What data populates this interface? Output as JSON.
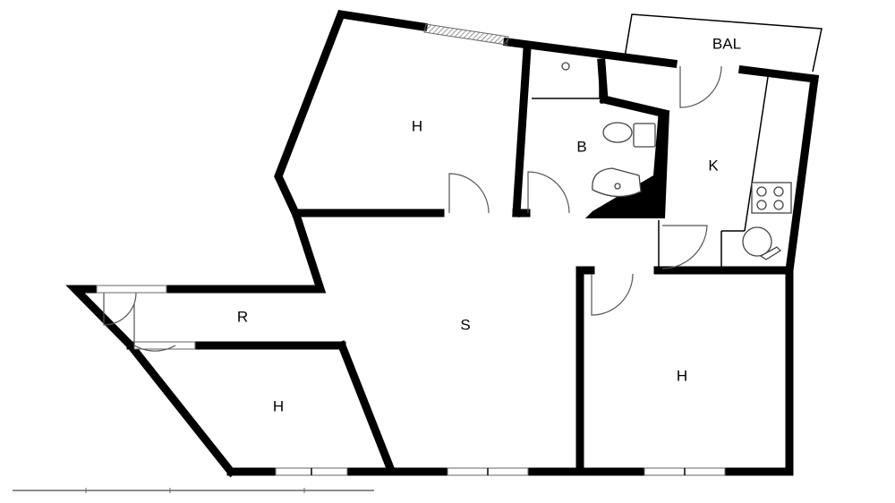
{
  "rooms": {
    "bedroom_top": "H",
    "bathroom": "B",
    "kitchen": "K",
    "balcony": "BAL",
    "living": "S",
    "hall": "R",
    "bedroom_bottom_left": "H",
    "bedroom_bottom_right": "H"
  },
  "colors": {
    "wall": "#000000",
    "background": "#ffffff"
  }
}
